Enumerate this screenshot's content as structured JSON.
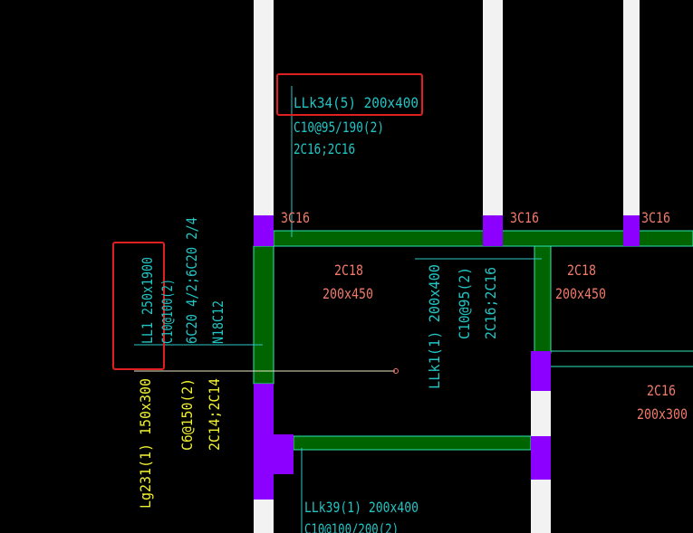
{
  "colors": {
    "background": "#000000",
    "wall": "#f2f2f2",
    "column": "#8b00ff",
    "beam_fill": "#006400",
    "beam_edge": "#2ee6b8",
    "leader": "#2ec8c8",
    "text_cyan": "#22c4c4",
    "text_salmon": "#f07a6a",
    "text_yellow": "#f0f030",
    "highlight": "#e02020",
    "thin_line": "#f0e8c8"
  },
  "labels": {
    "llk34": {
      "line1": "LLk34(5) 200x400",
      "line2": "C10@95/190(2)",
      "line3": "2C16;2C16"
    },
    "top1": "3C16",
    "top2": "3C16",
    "top3": "3C16",
    "span1": {
      "line1": "2C18",
      "line2": "200x450"
    },
    "span2": {
      "line1": "2C18",
      "line2": "200x450"
    },
    "ll1": {
      "line1": "LL1 250x1900",
      "line2": "C10@100(2)",
      "line3": "6C20 4/2;6C20 2/4",
      "line4": "N18C12"
    },
    "llk1": {
      "line1": "LLk1(1) 200x400",
      "line2": "C10@95(2)",
      "line3": "2C16;2C16"
    },
    "right": {
      "line1": "2C16",
      "line2": "200x300"
    },
    "lg231": {
      "line1": "Lg231(1) 150x300",
      "line2": "C6@150(2)",
      "line3": "2C14;2C14"
    },
    "llk39": {
      "line1": "LLk39(1) 200x400",
      "line2": "C10@100/200(2)"
    }
  }
}
